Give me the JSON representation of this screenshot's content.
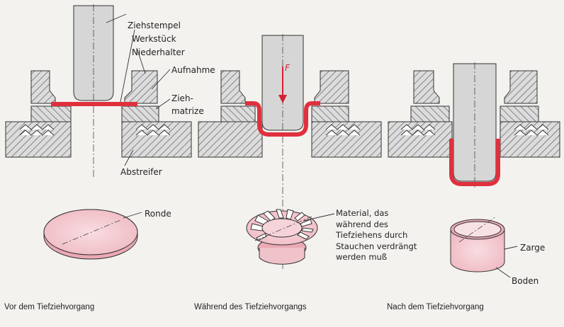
{
  "colors": {
    "background": "#f4f2ef",
    "metal": "#d9d9d9",
    "hatch": "#555555",
    "sheet_red": "#e0303e",
    "blank_pink": "#f3c8cf",
    "outline": "#333333"
  },
  "labels": {
    "ziehstempel": "Ziehstempel",
    "werkstueck": "Werkstück",
    "niederhalter": "Niederhalter",
    "aufnahme": "Aufnahme",
    "ziehmatrize_1": "Zieh-",
    "ziehmatrize_2": "matrize",
    "abstreifer": "Abstreifer",
    "force": "F",
    "ronde": "Ronde",
    "material_note": "Material, das\nwährend des\nTiefziehens durch\nStauchen verdrängt\nwerden muß",
    "zarge": "Zarge",
    "boden": "Boden"
  },
  "captions": {
    "before": "Vor dem Tiefziehvorgang",
    "during": "Während des Tiefziehvorgangs",
    "after": "Nach dem Tiefziehvorgang"
  }
}
